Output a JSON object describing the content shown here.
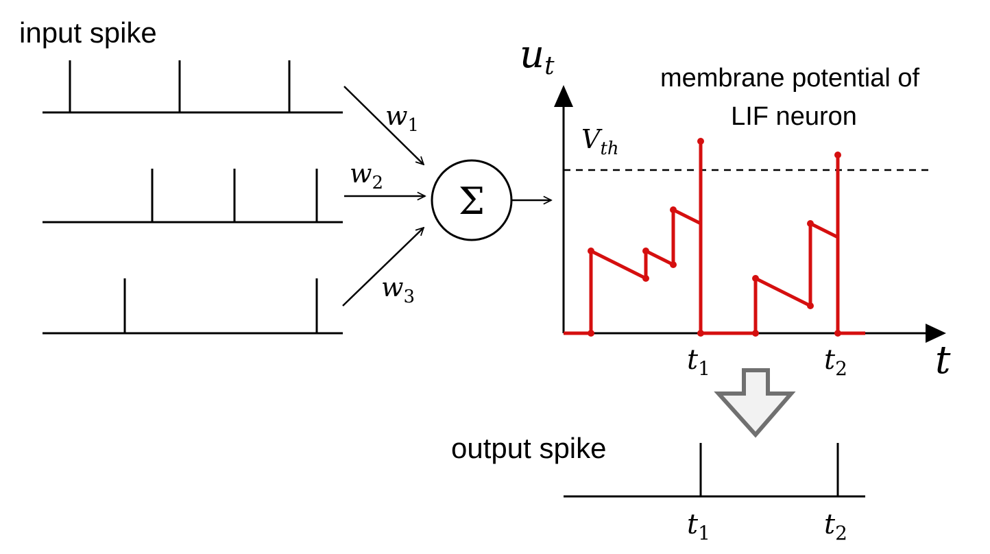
{
  "labels": {
    "input_spike": "input spike",
    "output_spike": "output spike",
    "membrane_title_line1": "membrane potential of",
    "membrane_title_line2": "LIF neuron",
    "y_axis": "u",
    "y_axis_sub": "t",
    "x_axis": "t",
    "threshold": "V",
    "threshold_sub": "th",
    "sum_symbol": "Σ",
    "weights": [
      {
        "base": "w",
        "sub": "1"
      },
      {
        "base": "w",
        "sub": "2"
      },
      {
        "base": "w",
        "sub": "3"
      }
    ],
    "time_marks": [
      {
        "base": "t",
        "sub": "1"
      },
      {
        "base": "t",
        "sub": "2"
      }
    ]
  },
  "colors": {
    "membrane_trace": "#d50f0f",
    "axis": "#000000",
    "down_arrow_fill": "#f2f2f2",
    "down_arrow_stroke": "#707070"
  },
  "icons": {
    "summation": "sigma-node-icon",
    "transfer_arrow": "down-arrow-icon"
  }
}
